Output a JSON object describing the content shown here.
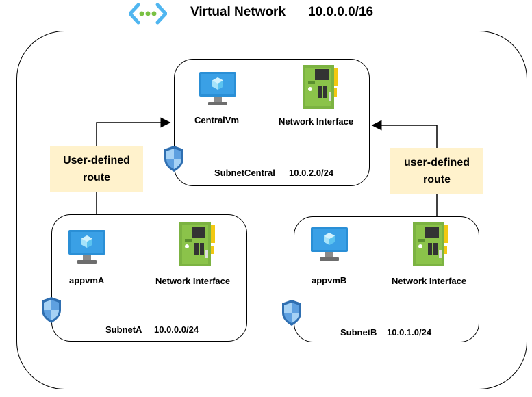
{
  "header": {
    "icon": "virtual-network-icon",
    "title": "Virtual Network",
    "cidr": "10.0.0.0/16"
  },
  "subnets": {
    "central": {
      "name": "SubnetCentral",
      "cidr": "10.0.2.0/24",
      "vm": "CentralVm",
      "nic": "Network Interface"
    },
    "a": {
      "name": "SubnetA",
      "cidr": "10.0.0.0/24",
      "vm": "appvmA",
      "nic": "Network Interface"
    },
    "b": {
      "name": "SubnetB",
      "cidr": "10.0.1.0/24",
      "vm": "appvmB",
      "nic": "Network Interface"
    }
  },
  "routes": {
    "left": {
      "line1": "User-defined",
      "line2": "route"
    },
    "right": {
      "line1": "user-defined",
      "line2": "route"
    }
  },
  "colors": {
    "note_fill": "#fff2cc",
    "vm_blue": "#2a8fd6",
    "nic_green": "#7cb342",
    "shield_blue": "#2f6fb1",
    "vnet_icon": "#50e6ff"
  },
  "icons": [
    "virtual-network-icon",
    "virtual-machine-icon",
    "network-interface-icon",
    "shield-icon"
  ]
}
